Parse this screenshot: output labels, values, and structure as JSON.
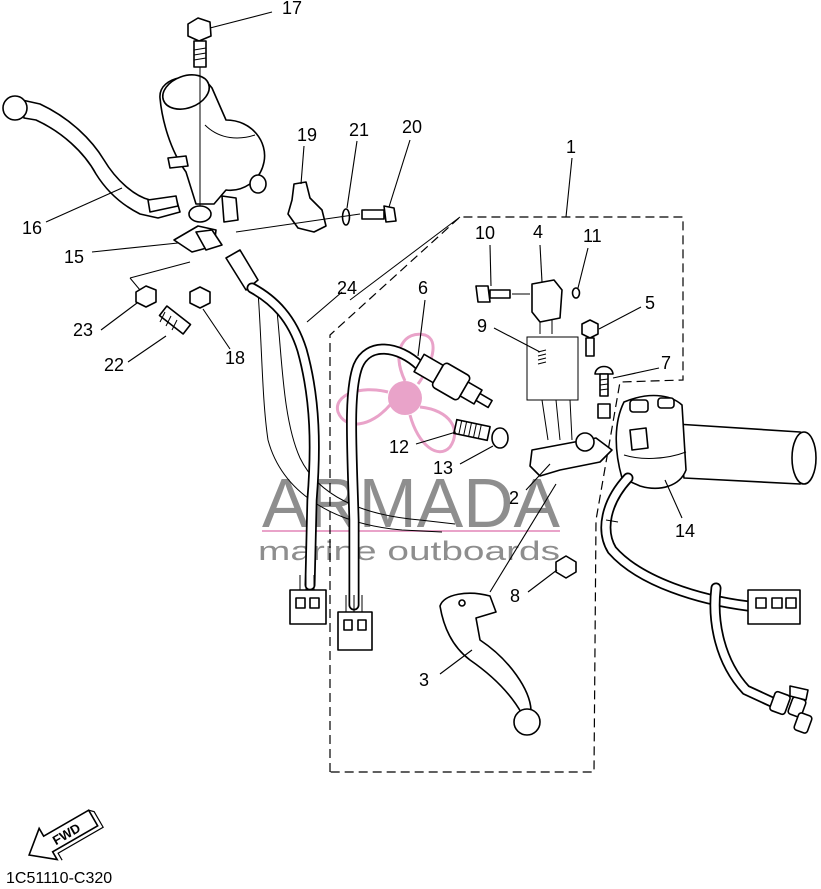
{
  "labels": {
    "p1": "1",
    "p2": "2",
    "p3": "3",
    "p4": "4",
    "p5": "5",
    "p6": "6",
    "p7": "7",
    "p8": "8",
    "p9": "9",
    "p10": "10",
    "p11": "11",
    "p12": "12",
    "p13": "13",
    "p14": "14",
    "p15": "15",
    "p16": "16",
    "p17": "17",
    "p18": "18",
    "p19": "19",
    "p20": "20",
    "p21": "21",
    "p22": "22",
    "p23": "23",
    "p24": "24"
  },
  "diagram_code": "1C51110-C320",
  "fwd_label": "FWD",
  "watermark": {
    "brand": "ARMADA",
    "tagline": "marine outboards",
    "logo_color": "#e9a3c9",
    "text_color": "#8e8e8e"
  }
}
